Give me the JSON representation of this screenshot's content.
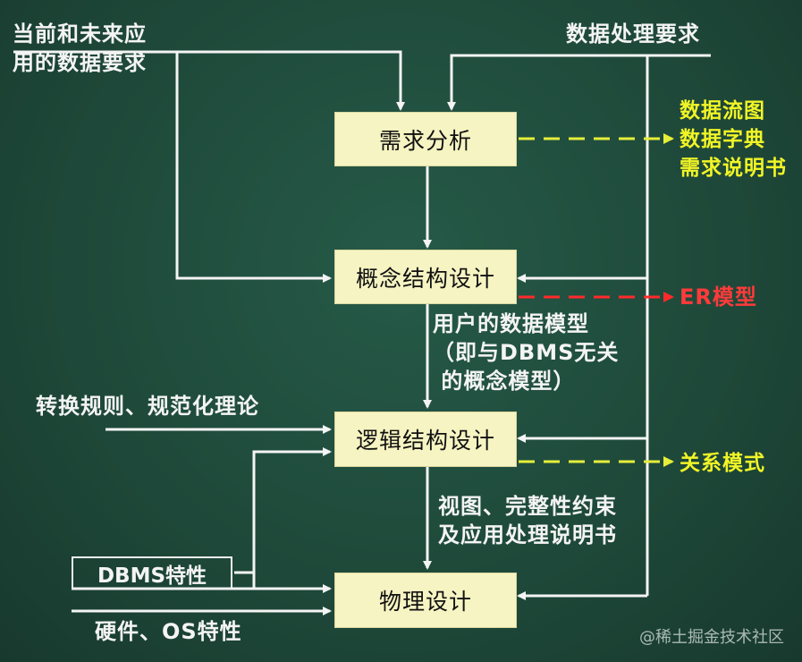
{
  "boxes": {
    "requirements": "需求分析",
    "conceptual": "概念结构设计",
    "logical": "逻辑结构设计",
    "physical": "物理设计"
  },
  "inputs": {
    "current_future_line1": "当前和未来应",
    "current_future_line2": "用的数据要求",
    "processing": "数据处理要求",
    "transform_rules": "转换规则、规范化理论",
    "dbms_features": "DBMS特性",
    "hardware_os": "硬件、OS特性"
  },
  "outputs": {
    "req_line1": "数据流图",
    "req_line2": "数据字典",
    "req_line3": "需求说明书",
    "er_model": "ER模型",
    "relational_model": "关系模式"
  },
  "middle": {
    "concept_line1": "用户的数据模型",
    "concept_line2": "（即与DBMS无关",
    "concept_line3": "的概念模型）",
    "logical_line1": "视图、完整性约束",
    "logical_line2": "及应用处理说明书"
  },
  "watermark": "@稀土掘金技术社区",
  "colors": {
    "background": "#1f4a3b",
    "box_fill": "#f6f4c2",
    "flow_line": "#f4f4f4",
    "output_dash": "#e6ee3a",
    "er_dash": "#ff2a2a"
  }
}
